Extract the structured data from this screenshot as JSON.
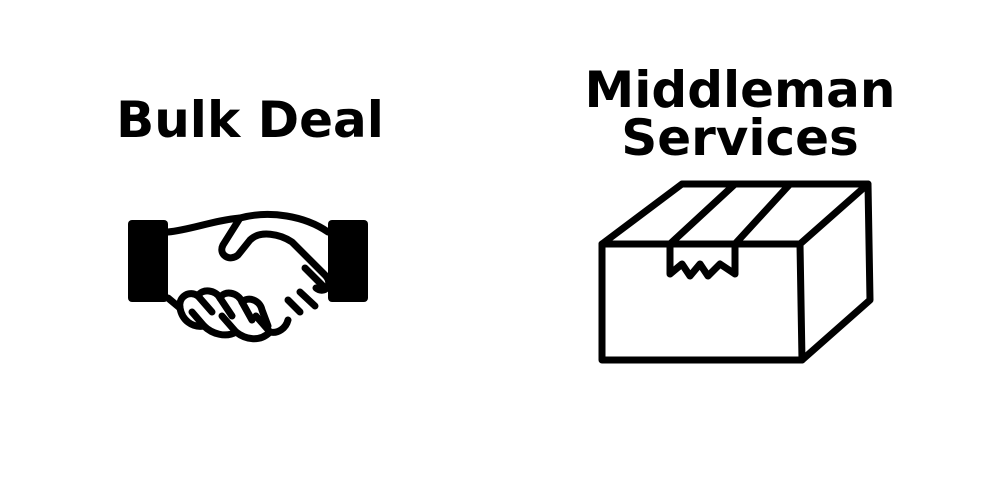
{
  "panels": [
    {
      "title": "Bulk Deal",
      "icon": "handshake-icon"
    },
    {
      "title_lines": [
        "Middleman",
        "Services"
      ],
      "icon": "cardboard-box-icon"
    }
  ],
  "colors": {
    "background": "#ffffff",
    "foreground": "#000000"
  }
}
